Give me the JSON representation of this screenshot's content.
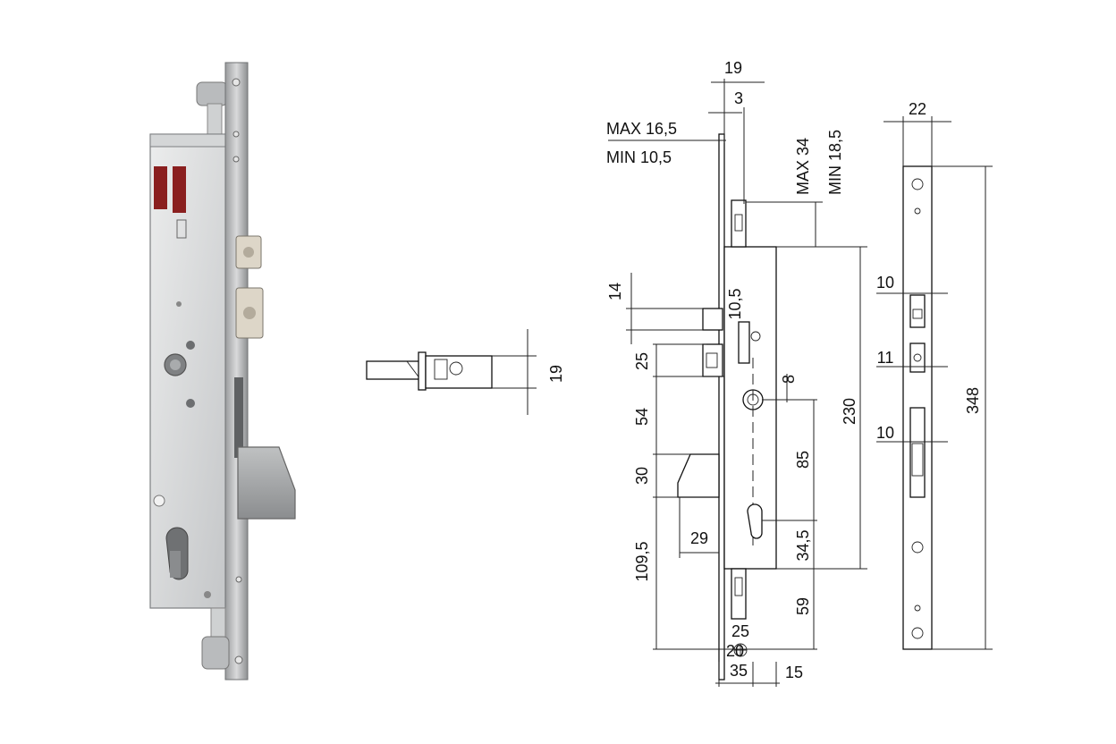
{
  "figure": {
    "photo_label": "",
    "dimensions": {
      "top_19": "19",
      "top_3": "3",
      "max_16_5": "MAX 16,5",
      "min_10_5": "MIN 10,5",
      "max_34": "MAX  34",
      "min_18_5": "MIN 18,5",
      "d14": "14",
      "d10_5": "10,5",
      "d25_left": "25",
      "d8": "8",
      "d54": "54",
      "d30": "30",
      "d29": "29",
      "d109_5": "109,5",
      "d85": "85",
      "d230": "230",
      "d34_5": "34,5",
      "d59": "59",
      "d25_bottom": "25",
      "d20": "20",
      "d35": "35",
      "d15": "15",
      "d22": "22",
      "d10_top": "10",
      "d11": "11",
      "d10_bottom": "10",
      "d348": "348",
      "latch_19": "19"
    },
    "colors": {
      "metal_light": "#e6e7e8",
      "metal_mid": "#c9cbcd",
      "metal_dark": "#8e9092",
      "label_red": "#8a1f1f",
      "line": "#111111"
    }
  }
}
